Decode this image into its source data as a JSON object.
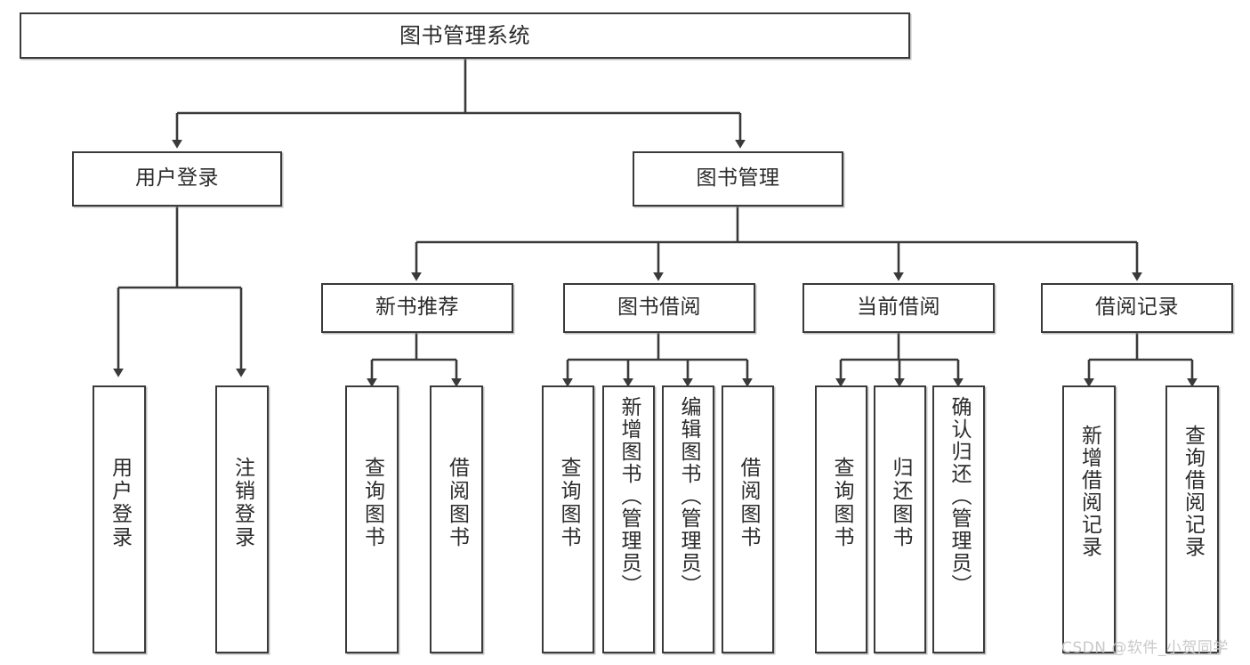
{
  "diagram": {
    "title": "图书管理系统",
    "type": "functional-structure-tree",
    "background_color": "#ffffff",
    "line_color": "#3a3a3a",
    "box_border_color": "#3a3a3a",
    "text_color": "#2b2b2b"
  },
  "nodes": {
    "root": {
      "label": "图书管理系统"
    },
    "level2": [
      {
        "id": "user-login",
        "label": "用户登录"
      },
      {
        "id": "book-manage",
        "label": "图书管理"
      }
    ],
    "level3": [
      {
        "id": "new-book-recommend",
        "label": "新书推荐"
      },
      {
        "id": "book-borrow",
        "label": "图书借阅"
      },
      {
        "id": "current-borrow",
        "label": "当前借阅"
      },
      {
        "id": "borrow-record",
        "label": "借阅记录"
      }
    ],
    "leaves": {
      "user_login": [
        {
          "id": "leaf-user-login",
          "label": "用户登录"
        },
        {
          "id": "leaf-logout",
          "label": "注销登录"
        }
      ],
      "new_book_recommend": [
        {
          "id": "leaf-query-book-1",
          "label": "查询图书"
        },
        {
          "id": "leaf-borrow-book-1",
          "label": "借阅图书"
        }
      ],
      "book_borrow": [
        {
          "id": "leaf-query-book-2",
          "label": "查询图书"
        },
        {
          "id": "leaf-add-book",
          "label": "新增图书（管理员）"
        },
        {
          "id": "leaf-edit-book",
          "label": "编辑图书（管理员）"
        },
        {
          "id": "leaf-borrow-book-2",
          "label": "借阅图书"
        }
      ],
      "current_borrow": [
        {
          "id": "leaf-query-book-3",
          "label": "查询图书"
        },
        {
          "id": "leaf-return-book",
          "label": "归还图书"
        },
        {
          "id": "leaf-confirm-return",
          "label": "确认归还（管理员）"
        }
      ],
      "borrow_record": [
        {
          "id": "leaf-add-record",
          "label": "新增借阅记录"
        },
        {
          "id": "leaf-query-record",
          "label": "查询借阅记录"
        }
      ]
    }
  },
  "watermark": {
    "text": "CSDN @软件_小贺同学"
  }
}
